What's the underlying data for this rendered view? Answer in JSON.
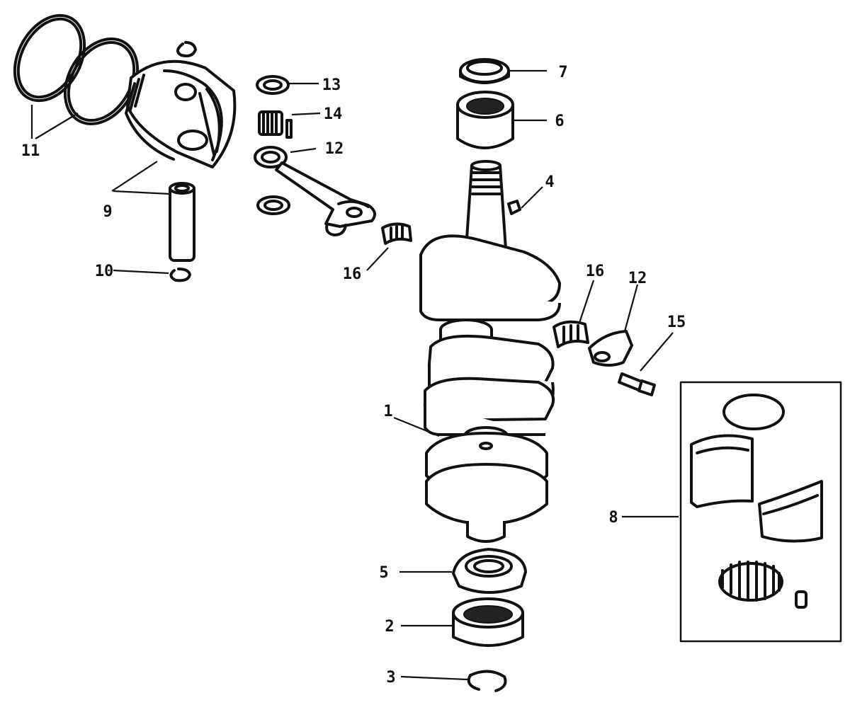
{
  "callouts": {
    "c1": "1",
    "c2": "2",
    "c3": "3",
    "c4": "4",
    "c5": "5",
    "c6": "6",
    "c7": "7",
    "c8": "8",
    "c9": "9",
    "c10": "10",
    "c11": "11",
    "c12a": "12",
    "c12b": "12",
    "c13": "13",
    "c14": "14",
    "c15": "15",
    "c16a": "16",
    "c16b": "16"
  },
  "parts": [
    "piston-ring",
    "piston",
    "piston-pin",
    "retaining-ring",
    "connecting-rod",
    "thrust-washer",
    "needle-bearing",
    "crankshaft",
    "key",
    "ball-bearing",
    "roller-bearing",
    "seal",
    "bearing-kit",
    "cap-screw",
    "snap-ring"
  ]
}
